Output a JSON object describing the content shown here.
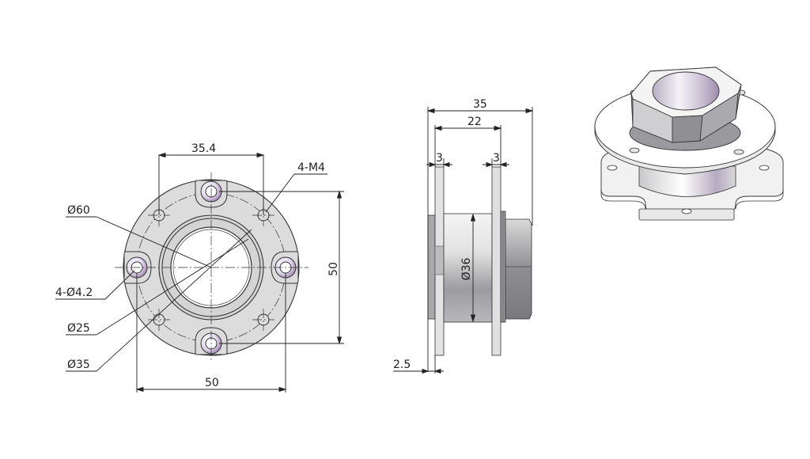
{
  "drawing": {
    "front_view": {
      "dimensions": {
        "hole_spacing_top": "35.4",
        "thread_callout": "4-M4",
        "outer_diameter": "Ø60",
        "counterbore_holes": "4-Ø4.2",
        "bore_diameter": "Ø25",
        "pitch_diameter": "Ø35",
        "width_bottom": "50",
        "height_right": "50"
      }
    },
    "side_view": {
      "dimensions": {
        "overall_length": "35",
        "flange_span": "22",
        "left_flange_thickness": "3",
        "right_flange_thickness": "3",
        "body_diameter": "Ø36",
        "offset_bottom": "2.5"
      }
    },
    "iso_view": {
      "label": ""
    },
    "colors": {
      "line": "#222222",
      "face": "#d9d9dc",
      "face_dark": "#a9a9ae",
      "bore": "#ffffff",
      "accent_purple": "#b9a8c4"
    }
  }
}
